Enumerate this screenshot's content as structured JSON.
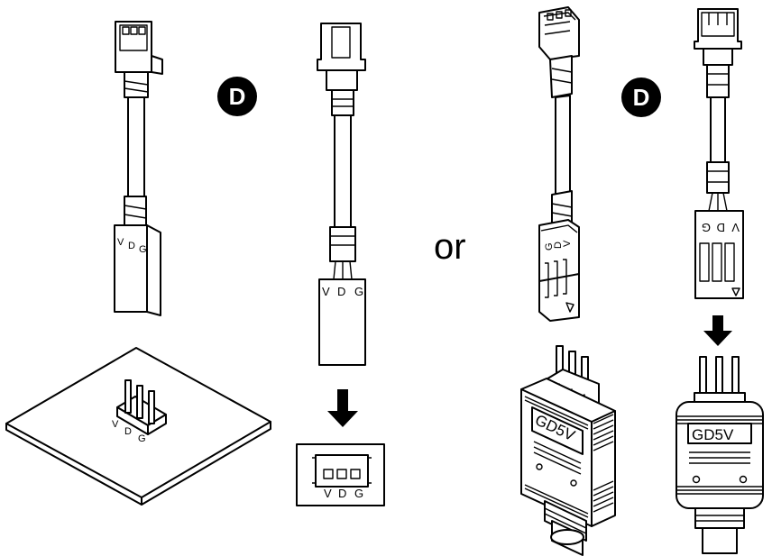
{
  "badges": {
    "left": "D",
    "right": "D"
  },
  "or_text": "or",
  "pin_labels": {
    "v": "V",
    "d": "D",
    "g": "G"
  },
  "plate_text": {
    "left": "GD5V",
    "right": "GD5V"
  }
}
